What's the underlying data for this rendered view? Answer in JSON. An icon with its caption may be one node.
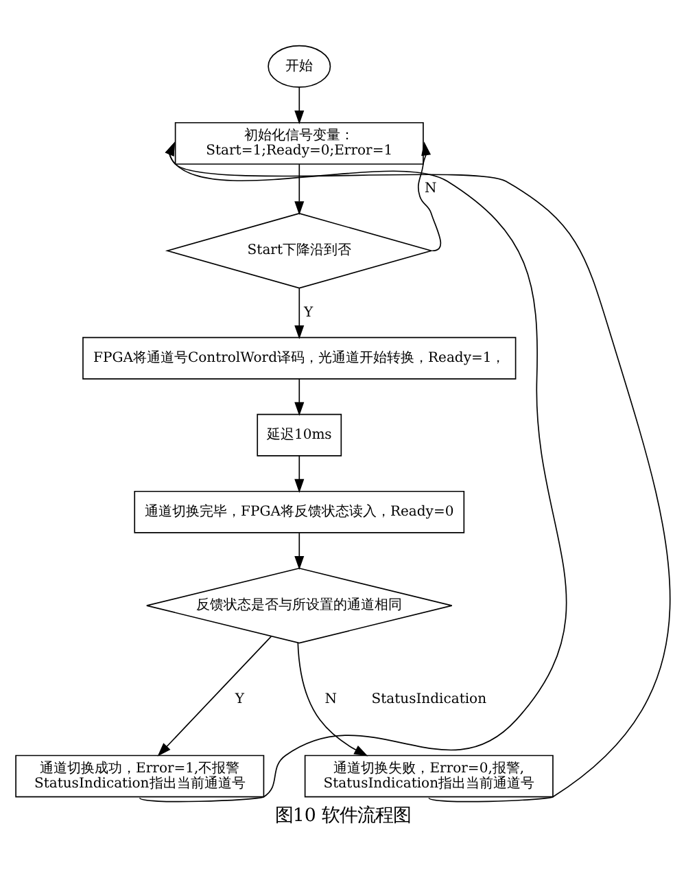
{
  "diagram": {
    "caption": "图10 软件流程图",
    "nodes": [
      {
        "text": [
          "开始"
        ]
      },
      {
        "text": [
          "初始化信号变量： Start=1;Ready=0;Error=1"
        ]
      },
      {
        "text": [
          "Start下降沿到否"
        ]
      },
      {
        "text": [
          "FPGA将通道号ControlWord译码，光通道开始转换，Ready=1，"
        ]
      },
      {
        "text": [
          "延迟10ms"
        ]
      },
      {
        "text": [
          "通道切换完毕，FPGA将反馈状态读入，Ready=0"
        ]
      },
      {
        "text": [
          "反馈状态是否与所设置的通道相同"
        ]
      },
      {
        "text": [
          "通道切换成功，Error=1,不报警 StatusIndication指出当前通道号"
        ]
      },
      {
        "text": [
          "通道切换失败，Error=0,报警, StatusIndication指出当前通道号"
        ]
      }
    ],
    "edges": [
      {
        "from": 0,
        "to": 1,
        "arrow": "to"
      },
      {
        "from": 1,
        "to": 2,
        "arrow": "to"
      },
      {
        "from": 2,
        "to": 1,
        "arrow": "to",
        "label": "N"
      },
      {
        "from": 2,
        "to": 3,
        "arrow": "to",
        "label": "Y"
      },
      {
        "from": 3,
        "to": 4,
        "arrow": "to"
      },
      {
        "from": 4,
        "to": 5,
        "arrow": "to"
      },
      {
        "from": 5,
        "to": 6,
        "arrow": "to"
      },
      {
        "from": 6,
        "to": 7,
        "arrow": "to",
        "label": "Y"
      },
      {
        "from": 6,
        "to": 8,
        "arrow": "to",
        "label": "N"
      },
      {
        "from": 7,
        "to": 1,
        "arrow": "to"
      },
      {
        "from": 8,
        "to": 1,
        "arrow": "to"
      }
    ],
    "labels": [
      "StatusIndication"
    ]
  }
}
